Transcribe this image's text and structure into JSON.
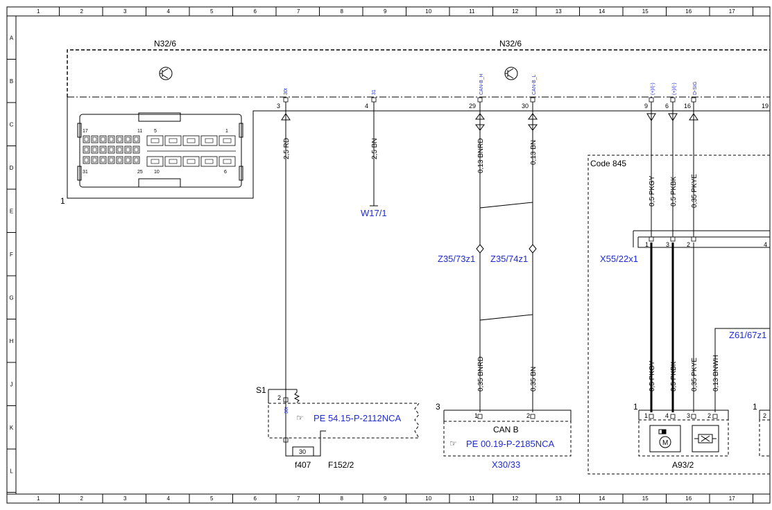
{
  "grid": {
    "columns": [
      "1",
      "2",
      "3",
      "4",
      "5",
      "6",
      "7",
      "8",
      "9",
      "10",
      "11",
      "12",
      "13",
      "14",
      "15",
      "16",
      "17"
    ],
    "rows": [
      "A",
      "B",
      "C",
      "D",
      "E",
      "F",
      "G",
      "H",
      "J",
      "K",
      "L"
    ]
  },
  "components": {
    "n32_left": "N32/6",
    "n32_right": "N32/6",
    "connector_num": "1",
    "connector_pins": {
      "p17": "17",
      "p11": "11",
      "p5": "5",
      "p1": "1",
      "p31": "31",
      "p25": "25",
      "p10": "10",
      "p6": "6"
    },
    "code_845": "Code 845",
    "x55": "X55/22x1",
    "z61": "Z61/67z1",
    "a93": "A93/2",
    "a93_num": "1",
    "a93_right_num": "1",
    "x30": "X30/33",
    "x30_num": "3",
    "can_b": "CAN B",
    "f407": "f407",
    "f152": "F152/2",
    "s1": "S1",
    "w17": "W17/1",
    "z35_73": "Z35/73z1",
    "z35_74": "Z35/74z1",
    "ref_left": "PE 54.15-P-2112NCA",
    "ref_mid": "PE 00.19-P-2185NCA",
    "ref_icon": "☞",
    "fuse_val": "30"
  },
  "signals": {
    "s30t": "30t",
    "s31": "31",
    "can_h": "CAN-B_H",
    "can_l": "CAN-B_L",
    "pm1": "(+)/(-)",
    "pm2": "(+)/(-)",
    "dsig": "D-SIG",
    "s1_30t": "30t"
  },
  "pins": {
    "p3": "3",
    "p4": "4",
    "p29": "29",
    "p30": "30",
    "p9": "9",
    "p6": "6",
    "p16": "16",
    "p19": "19",
    "x55_1": "1",
    "x55_3": "3",
    "x55_2": "2",
    "x55_4": "4",
    "x30_1": "1",
    "x30_2": "2",
    "s1_2": "2",
    "a93_1": "1",
    "a93_4": "4",
    "a93_3": "3",
    "a93_2": "2",
    "a93r_2": "2"
  },
  "wires": {
    "w_rd": "2,5 RD",
    "w_bn": "2,5 BN",
    "w_bnrd1": "0,13 BNRD",
    "w_bn1": "0,13 BN",
    "w_pkgy1": "0,5 PKGY",
    "w_pkbk1": "0,5 PKBK",
    "w_pkye1": "0,35 PKYE",
    "w_bnrd2": "0,35 BNRD",
    "w_bn2": "0,35 BN",
    "w_pkgy2": "0,5 PKGY",
    "w_pkbk2": "0,5 PKBK",
    "w_pkye2": "0,35 PKYE",
    "w_bnwh": "0,13 BNWH"
  }
}
